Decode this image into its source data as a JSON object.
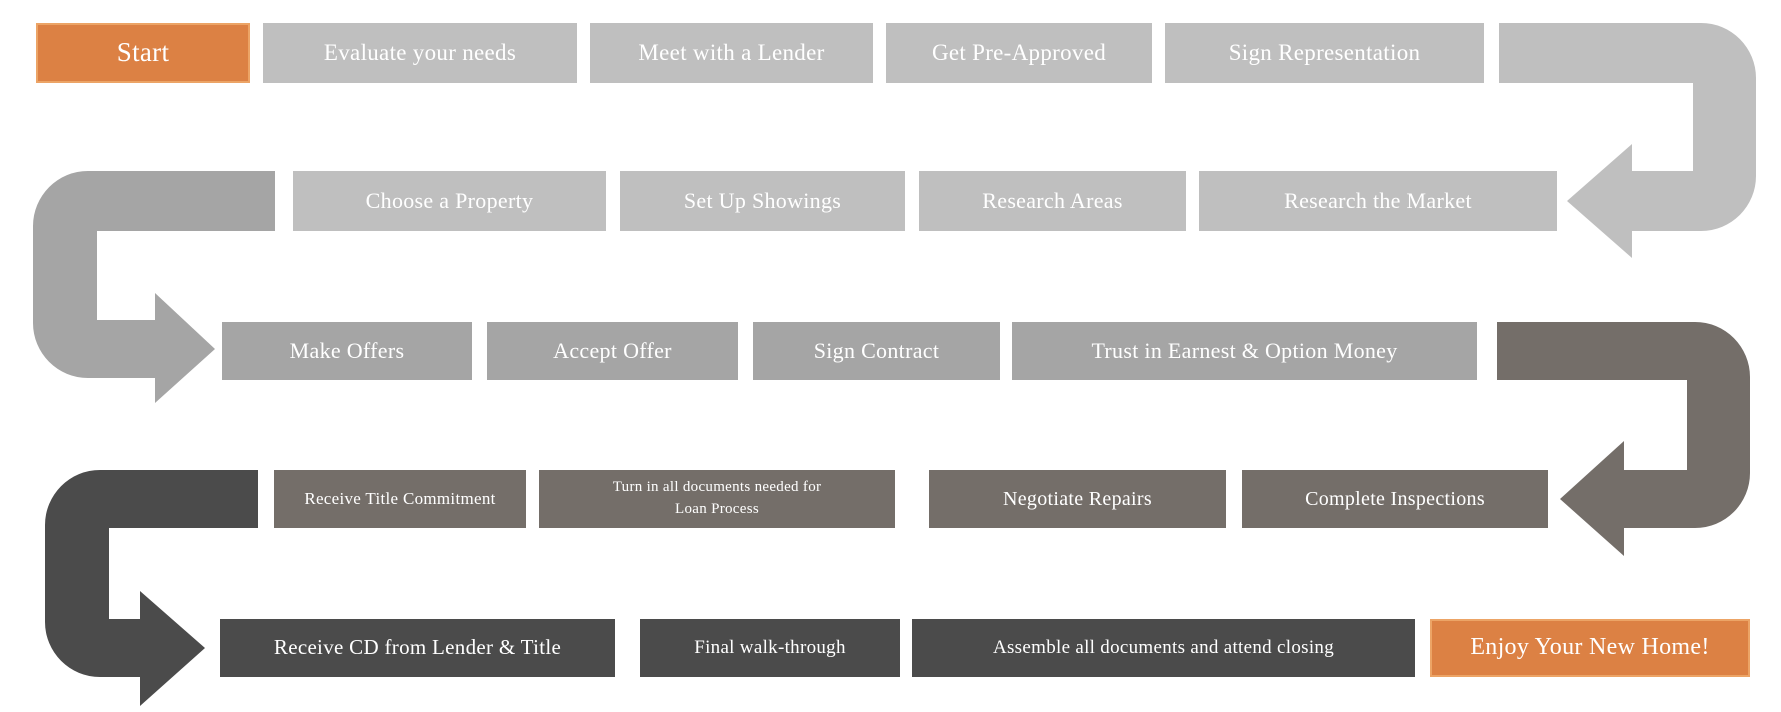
{
  "background": "#FFFFFF",
  "text_color": "#FFFFFF",
  "colors": {
    "accent_orange": "#DC8144",
    "accent_orange_border": "#ECA466",
    "gray_light": "#BFBFBF",
    "gray_medium": "#A5A5A5",
    "gray_warm_dark": "#746E69",
    "gray_darkest": "#4B4B4B"
  },
  "rows": [
    {
      "boxes": [
        {
          "label": "Start"
        },
        {
          "label": "Evaluate your needs"
        },
        {
          "label": "Meet with a Lender"
        },
        {
          "label": "Get Pre-Approved"
        },
        {
          "label": "Sign Representation"
        }
      ]
    },
    {
      "boxes": [
        {
          "label": "Choose a Property"
        },
        {
          "label": "Set Up Showings"
        },
        {
          "label": "Research Areas"
        },
        {
          "label": "Research the Market"
        }
      ]
    },
    {
      "boxes": [
        {
          "label": "Make Offers"
        },
        {
          "label": "Accept Offer"
        },
        {
          "label": "Sign Contract"
        },
        {
          "label": "Trust in Earnest & Option Money"
        }
      ]
    },
    {
      "boxes": [
        {
          "label": "Receive Title Commitment"
        },
        {
          "label": "Turn in all documents needed for\nLoan Process"
        },
        {
          "label": "Negotiate Repairs"
        },
        {
          "label": "Complete Inspections"
        }
      ]
    },
    {
      "boxes": [
        {
          "label": "Receive CD from Lender & Title"
        },
        {
          "label": "Final walk-through"
        },
        {
          "label": "Assemble all documents and attend closing"
        },
        {
          "label": "Enjoy Your New Home!"
        }
      ]
    }
  ],
  "arrows": [
    {
      "name": "u-turn right side, rows 1 to 2, points left",
      "color": "#BFBFBF"
    },
    {
      "name": "u-turn left side, rows 2 to 3, points right",
      "color": "#A5A5A5"
    },
    {
      "name": "u-turn right side, rows 3 to 4, points left",
      "color": "#746E69"
    },
    {
      "name": "u-turn left side, rows 4 to 5, points right",
      "color": "#4B4B4B"
    }
  ]
}
